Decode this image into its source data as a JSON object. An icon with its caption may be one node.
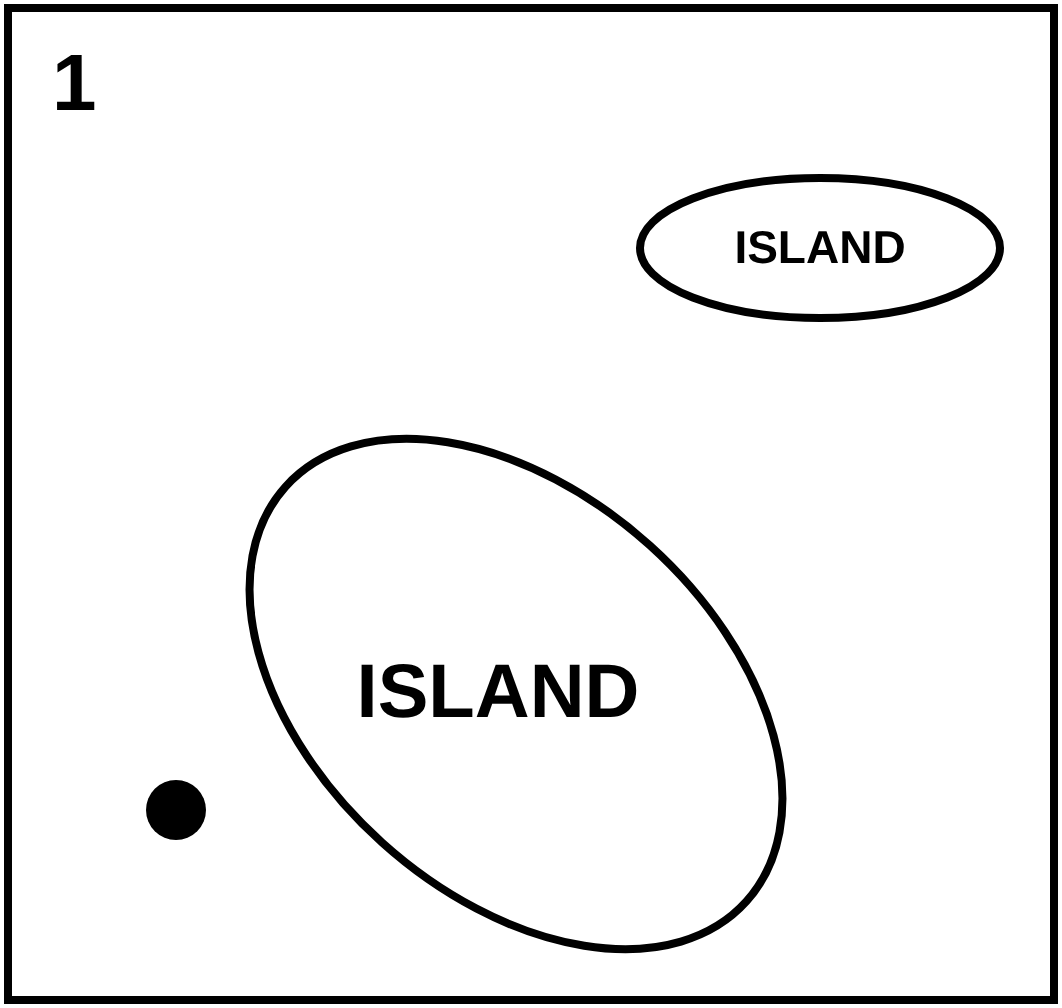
{
  "diagram": {
    "nodes": [
      {
        "text": [
          "ISLAND"
        ]
      },
      {
        "text": [
          "ISLAND"
        ]
      },
      {
        "text": [],
        "shape": "circle"
      }
    ],
    "labels": [
      "1"
    ]
  }
}
